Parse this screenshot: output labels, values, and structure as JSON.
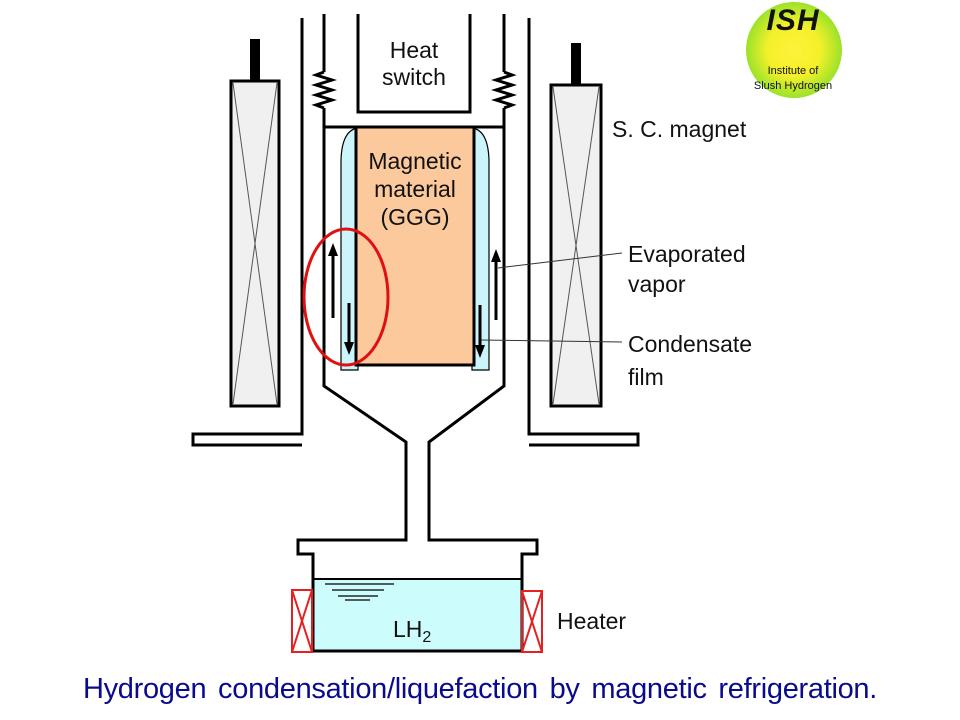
{
  "diagram": {
    "labels": {
      "heat_switch_line1": "Heat",
      "heat_switch_line2": "switch",
      "magnetic_material_line1": "Magnetic",
      "magnetic_material_line2": "material",
      "magnetic_material_line3": "(GGG)",
      "sc_magnet": "S. C. magnet",
      "evaporated_vapor_line1": "Evaporated",
      "evaporated_vapor_line2": "vapor",
      "condensate_film_line1": "Condensate",
      "condensate_film_line2": "film",
      "heater": "Heater",
      "lh2_main": "LH",
      "lh2_sub": "2"
    },
    "colors": {
      "magnetic_material": "#fbc99c",
      "condensate_film": "#ccf5fb",
      "liquid_hydrogen": "#ccfcfc",
      "magnet_coil": "#f0f0f0",
      "heater": "#e52020",
      "highlight_ellipse": "#e01010",
      "caption": "#0a0a8c"
    }
  },
  "logo": {
    "title": "ISH",
    "subtitle_line1": "Institute of",
    "subtitle_line2": "Slush Hydrogen"
  },
  "caption": "Hydrogen condensation/liquefaction by magnetic refrigeration."
}
